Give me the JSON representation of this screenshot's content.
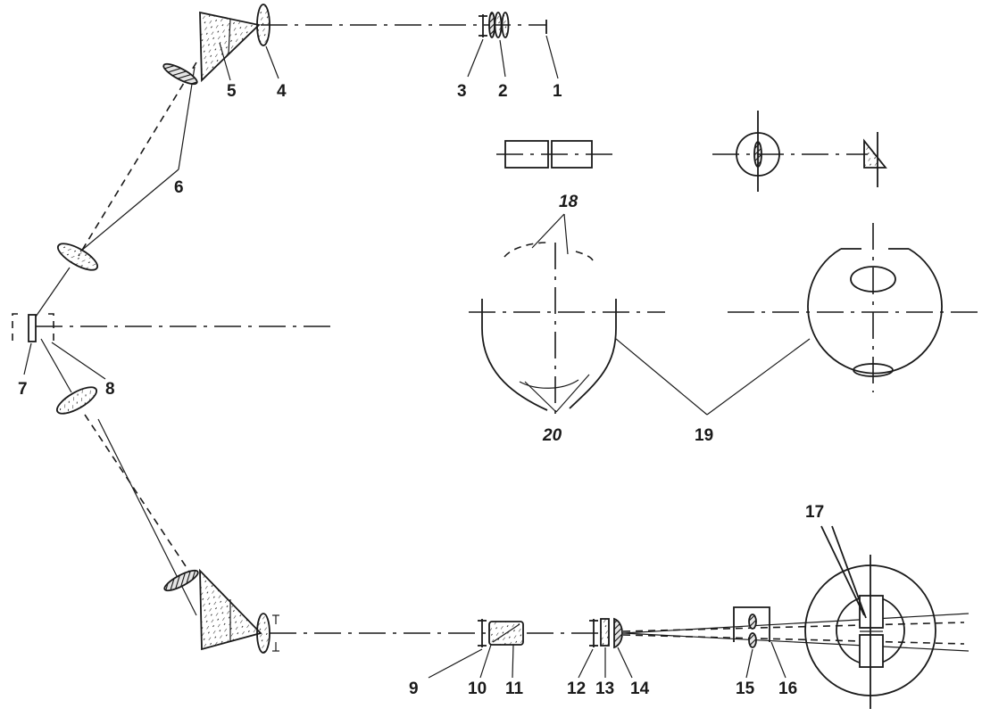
{
  "diagram": {
    "labels": {
      "l1": "1",
      "l2": "2",
      "l3": "3",
      "l4": "4",
      "l5": "5",
      "l6": "6",
      "l7": "7",
      "l8": "8",
      "l9": "9",
      "l10": "10",
      "l11": "11",
      "l12": "12",
      "l13": "13",
      "l14": "14",
      "l15": "15",
      "l16": "16",
      "l17": "17",
      "l18": "18",
      "l19": "19",
      "l20": "20"
    }
  }
}
